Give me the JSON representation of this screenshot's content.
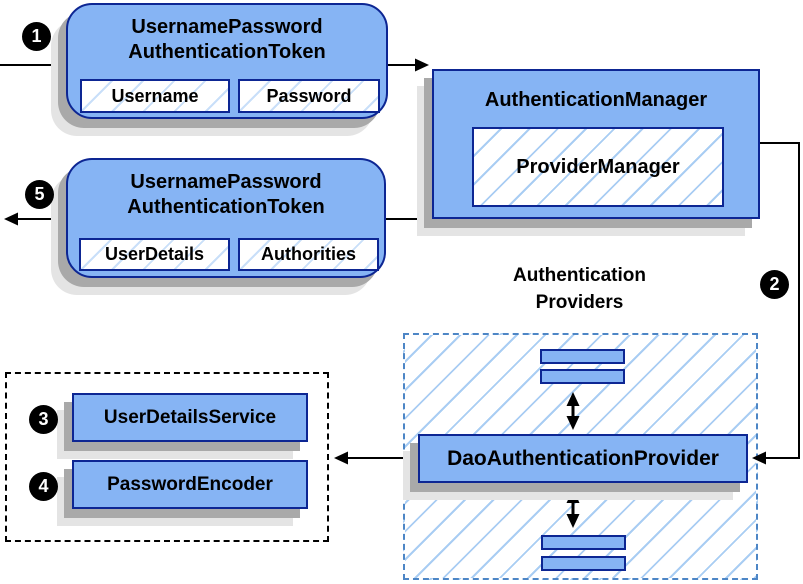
{
  "colors": {
    "node_fill": "#86B4F4",
    "node_border": "#0D2693",
    "hatch_line": "#A9CDF3",
    "hatch_line_light": "#C9DFF9",
    "shadow_dark": "#A9A9A9",
    "shadow_light": "#E4E4E4",
    "group_border": "#4D86C6",
    "services_border": "#000000",
    "arrow": "#000000",
    "badge_bg": "#000000",
    "badge_text": "#FFFFFF",
    "text": "#000000"
  },
  "badges": {
    "step1": "1",
    "step2": "2",
    "step3": "3",
    "step4": "4",
    "step5": "5"
  },
  "request_token": {
    "title_line1": "UsernamePassword",
    "title_line2": "AuthenticationToken",
    "field1": "Username",
    "field2": "Password"
  },
  "auth_manager": {
    "title": "AuthenticationManager",
    "inner": "ProviderManager"
  },
  "result_token": {
    "title_line1": "UsernamePassword",
    "title_line2": "AuthenticationToken",
    "field1": "UserDetails",
    "field2": "Authorities"
  },
  "providers": {
    "title_line1": "Authentication",
    "title_line2": "Providers",
    "dao": "DaoAuthenticationProvider"
  },
  "services": {
    "user_details_service": "UserDetailsService",
    "password_encoder": "PasswordEncoder"
  }
}
